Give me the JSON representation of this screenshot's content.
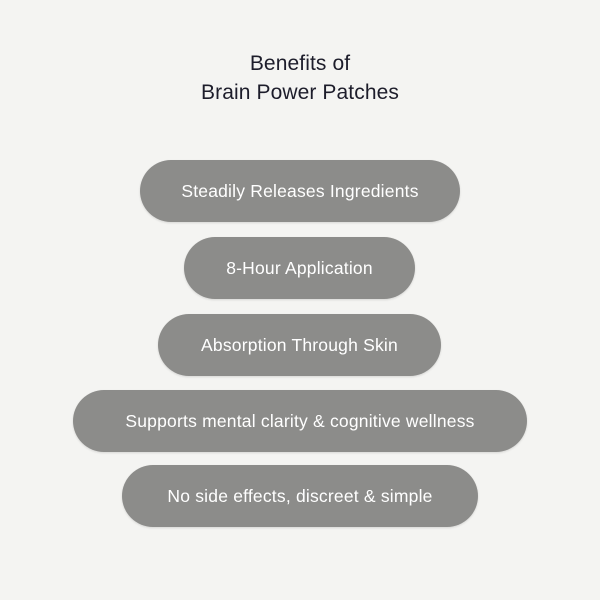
{
  "title": {
    "line1": "Benefits of",
    "line2": "Brain Power Patches"
  },
  "benefits": [
    {
      "label": "Steadily Releases Ingredients"
    },
    {
      "label": "8-Hour Application"
    },
    {
      "label": "Absorption Through Skin"
    },
    {
      "label": "Supports mental clarity & cognitive wellness"
    },
    {
      "label": "No side effects, discreet & simple"
    }
  ],
  "colors": {
    "background": "#f4f4f2",
    "pill": "#8c8c8a",
    "pill_text": "#ffffff",
    "title_text": "#1d1d2b"
  }
}
